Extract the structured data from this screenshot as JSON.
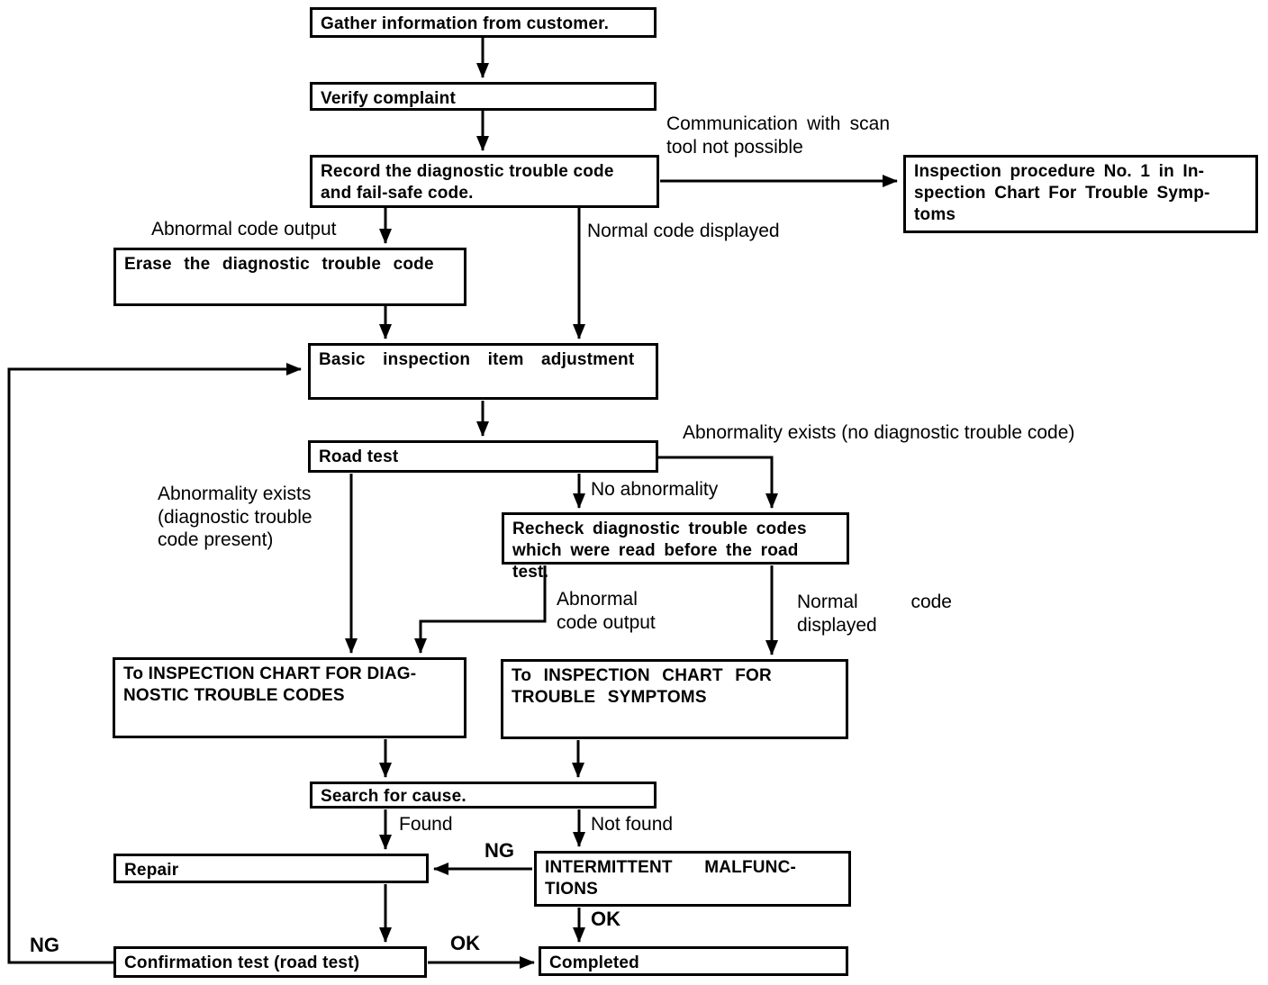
{
  "diagram": {
    "nodes": {
      "gather": "Gather information from customer.",
      "verify": "Verify complaint",
      "record": "Record the diagnostic trouble code\nand fail-safe code.",
      "inspection_procedure": "Inspection procedure No. 1 in In-\nspection Chart For Trouble Symp-\ntoms",
      "erase": "Erase the diagnostic trouble code",
      "basic_inspection": "Basic inspection item adjustment",
      "road_test": "Road test",
      "recheck": "Recheck diagnostic trouble codes\nwhich were read before the road test.",
      "chart_dtc": "To INSPECTION CHART FOR DIAG-\nNOSTIC TROUBLE CODES",
      "chart_symptoms": "To INSPECTION CHART FOR\nTROUBLE SYMPTOMS",
      "search_cause": "Search for cause.",
      "repair": "Repair",
      "intermittent": "INTERMITTENT MALFUNC-\nTIONS",
      "confirmation": "Confirmation test (road test)",
      "completed": "Completed"
    },
    "edge_labels": {
      "communication": "Communication with scan tool not possible",
      "abnormal_code_output_top": "Abnormal code output",
      "normal_code_displayed_top": "Normal code displayed",
      "abnormality_no_dtc": "Abnormality exists (no diagnostic trouble code)",
      "abnormality_dtc_present": "Abnormality exists (diagnostic trouble code present)",
      "no_abnormality": "No abnormality",
      "abnormal_code_output_mid": "Abnormal\ncode output",
      "normal_code_displayed_mid": "Normal code displayed",
      "found": "Found",
      "not_found": "Not found",
      "ng_mid": "NG",
      "ok_mid": "OK",
      "ng_bottom": "NG",
      "ok_bottom": "OK"
    }
  }
}
